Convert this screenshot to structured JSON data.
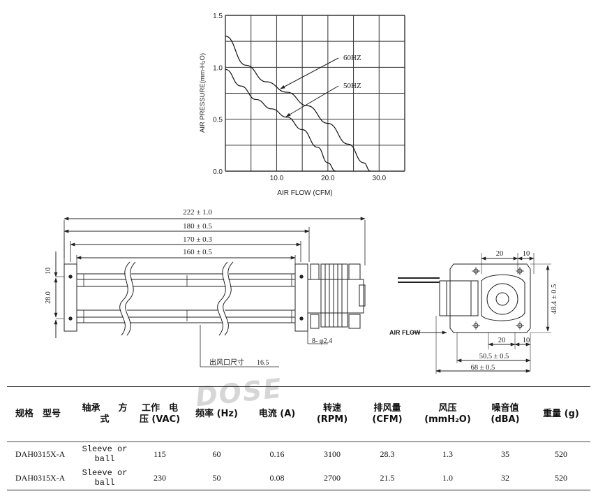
{
  "chart_data": {
    "type": "line",
    "ylabel": "AIR PRESSURE(mm-H₂O)",
    "xlabel": "AIR FLOW (CFM)",
    "xlim": [
      0,
      35
    ],
    "ylim": [
      0,
      1.5
    ],
    "x_ticks": [
      "10.0",
      "20.0",
      "30.0"
    ],
    "y_ticks": [
      "0.0",
      "0.5",
      "1.0",
      "1.5"
    ],
    "grid": true,
    "series": [
      {
        "name": "60HZ",
        "x": [
          0,
          4,
          8,
          12,
          16,
          20,
          24,
          27,
          28.3
        ],
        "y": [
          1.3,
          1.02,
          0.86,
          0.76,
          0.63,
          0.46,
          0.26,
          0.08,
          0
        ]
      },
      {
        "name": "50HZ",
        "x": [
          0,
          3,
          6,
          9,
          12,
          15,
          18,
          20,
          21.5
        ],
        "y": [
          0.98,
          0.82,
          0.69,
          0.6,
          0.52,
          0.4,
          0.23,
          0.08,
          0
        ]
      }
    ]
  },
  "dimensions": {
    "total_length": "222 ± 1.0",
    "length_180": "180 ± 0.5",
    "length_170": "170 ± 0.3",
    "length_160": "160 ± 0.5",
    "height_10": "10",
    "height_28": "28.0",
    "hole": "8- φ2.4",
    "outlet_label": "出风口尺寸",
    "outlet_value": "16.5",
    "side_top_20": "20",
    "side_top_10": "10",
    "side_height": "48.4 ± 0.5",
    "side_bottom_20": "20",
    "side_bottom_10": "10",
    "side_width_50": "50.5 ± 0.5",
    "side_width_68": "68 ± 0.5",
    "airflow": "AIR FLOW"
  },
  "watermark": "DOSE",
  "table": {
    "headers": {
      "model": "规格　型号",
      "bearing_a": "轴承　　方",
      "bearing_b": "式",
      "voltage_a": "工作　电",
      "voltage_b": "压 (VAC)",
      "frequency": "频率 (Hz)",
      "current": "电流 (A)",
      "speed_a": "转速",
      "speed_b": "(RPM)",
      "airflow_a": "排风量",
      "airflow_b": "(CFM)",
      "pressure_a": "风压",
      "pressure_b": "(mmH₂O)",
      "noise_a": "噪音值",
      "noise_b": "(dBA)",
      "weight": "重量 (g)"
    },
    "rows": [
      {
        "model": "DAH0315X-A",
        "bearing_a": "Sleeve or",
        "bearing_b": "ball",
        "voltage": "115",
        "frequency": "60",
        "current": "0.16",
        "speed": "3100",
        "airflow": "28.3",
        "pressure": "1.3",
        "noise": "35",
        "weight": "520"
      },
      {
        "model": "DAH0315X-A",
        "bearing_a": "Sleeve or",
        "bearing_b": "ball",
        "voltage": "230",
        "frequency": "50",
        "current": "0.08",
        "speed": "2700",
        "airflow": "21.5",
        "pressure": "1.0",
        "noise": "32",
        "weight": "520"
      }
    ]
  }
}
